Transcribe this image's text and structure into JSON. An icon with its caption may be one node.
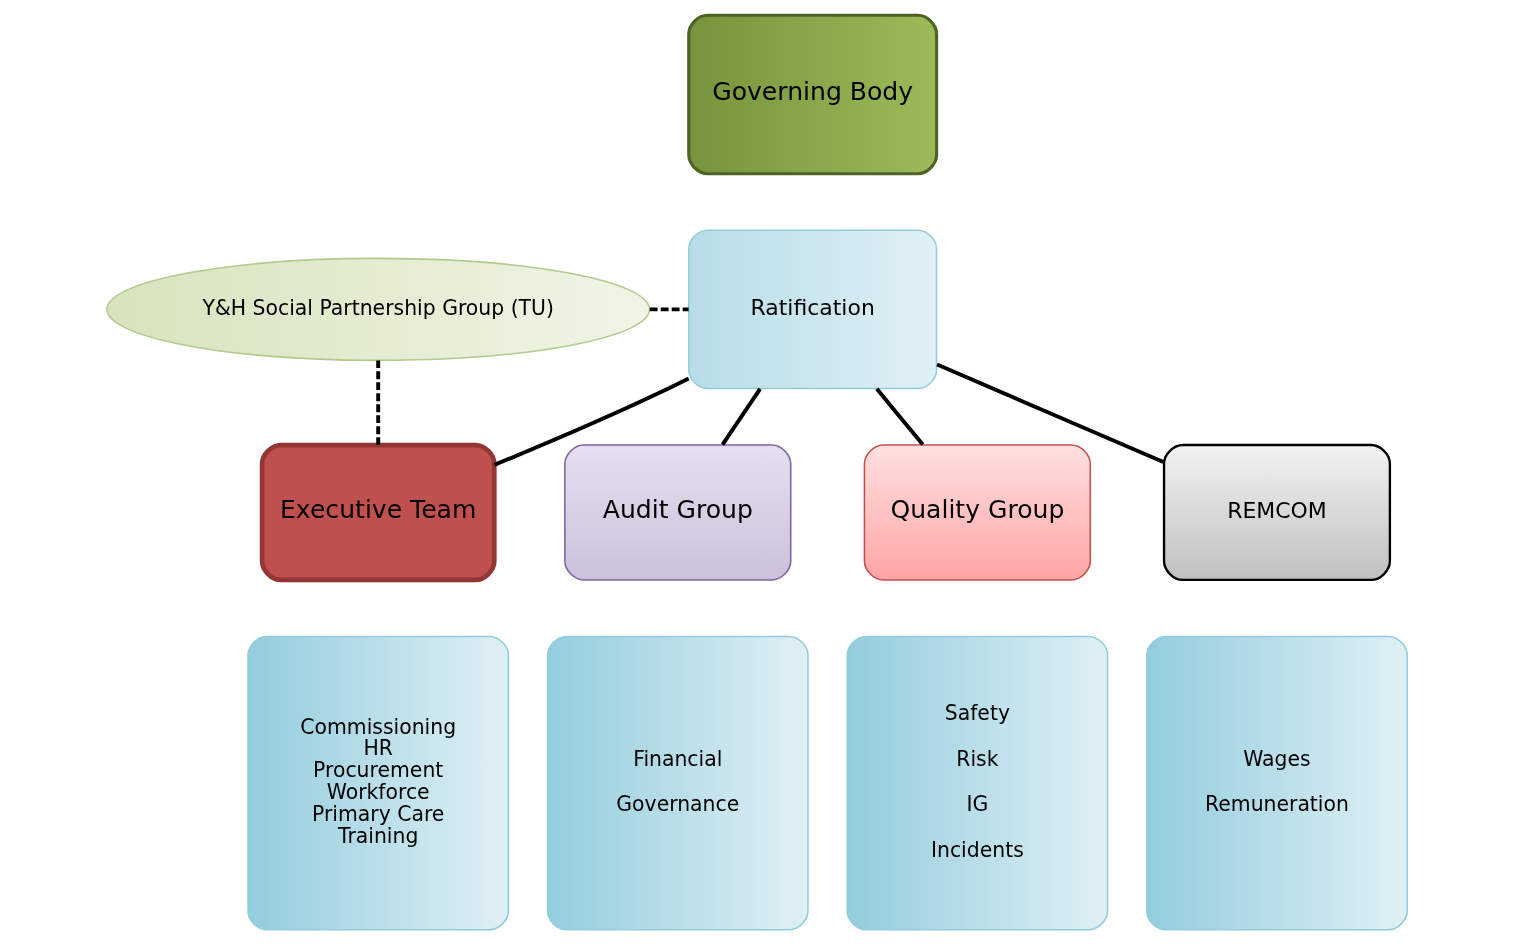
{
  "diagram": {
    "nodes": [
      {
        "text": [
          "Governing Body"
        ]
      },
      {
        "text": [
          "Ratification"
        ]
      },
      {
        "text": [
          "Y&H Social Partnership Group (TU)"
        ]
      },
      {
        "text": [
          "Executive Team"
        ]
      },
      {
        "text": [
          "Audit Group"
        ]
      },
      {
        "text": [
          "Quality Group"
        ]
      },
      {
        "text": [
          "REMCOM"
        ]
      },
      {
        "text": [
          "Commissioning",
          "HR",
          "Procurement",
          "Workforce",
          "Primary Care",
          "Training"
        ]
      },
      {
        "text": [
          "Financial",
          "Governance"
        ]
      },
      {
        "text": [
          "Safety",
          "Risk",
          "IG",
          "Incidents"
        ]
      },
      {
        "text": [
          "Wages",
          "Remuneration"
        ]
      }
    ],
    "edges": [
      {
        "from": 1,
        "to": 3,
        "arrow": "none"
      },
      {
        "from": 1,
        "to": 4,
        "arrow": "none"
      },
      {
        "from": 1,
        "to": 5,
        "arrow": "none"
      },
      {
        "from": 1,
        "to": 6,
        "arrow": "none"
      },
      {
        "from": 2,
        "to": 1,
        "arrow": "none",
        "style": "dashed"
      },
      {
        "from": 2,
        "to": 3,
        "arrow": "none",
        "style": "dashed"
      }
    ]
  }
}
